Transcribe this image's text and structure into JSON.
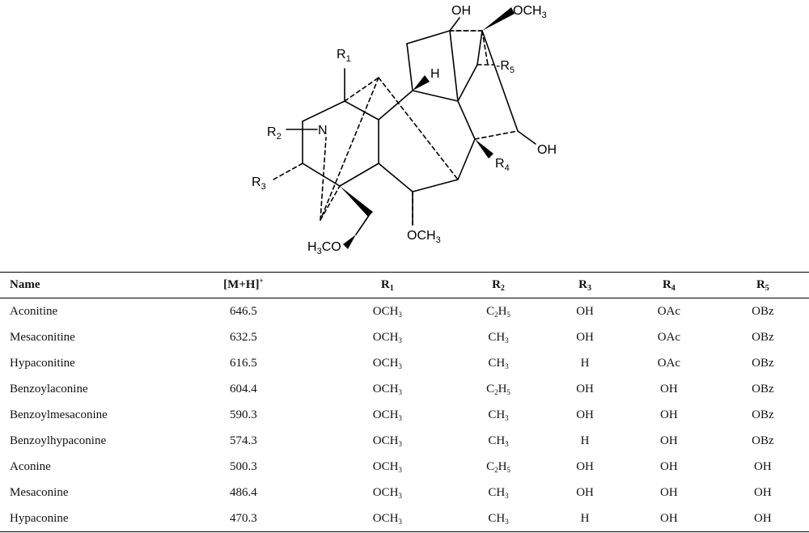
{
  "structure": {
    "labels": {
      "oh_top": "OH",
      "och3_top": "OCH",
      "och3_top_sub": "3",
      "r1": "R",
      "r1_sub": "1",
      "h": "H",
      "r5": "-R",
      "r5_sub": "5",
      "r2": "R",
      "r2_sub": "2",
      "n": "N",
      "oh_right": "OH",
      "r4": "R",
      "r4_sub": "4",
      "r3": "R",
      "r3_sub": "3",
      "och3_bottom": "OCH",
      "och3_bottom_sub": "3",
      "h3co": "H",
      "h3co_sub": "3",
      "h3co_rest": "CO"
    }
  },
  "table": {
    "headers": {
      "name": "Name",
      "mh_main": "[M+H]",
      "mh_sup": "+",
      "r": "R",
      "r1_sub": "1",
      "r2_sub": "2",
      "r3_sub": "3",
      "r4_sub": "4",
      "r5_sub": "5"
    },
    "rows": [
      {
        "name": "Aconitine",
        "mh": "646.5",
        "r1": "OCH",
        "r1s": "3",
        "r2a": "C",
        "r2as": "2",
        "r2b": "H",
        "r2bs": "5",
        "r3": "OH",
        "r4": "OAc",
        "r5": "OBz"
      },
      {
        "name": "Mesaconitine",
        "mh": "632.5",
        "r1": "OCH",
        "r1s": "3",
        "r2a": "CH",
        "r2as": "3",
        "r2b": "",
        "r2bs": "",
        "r3": "OH",
        "r4": "OAc",
        "r5": "OBz"
      },
      {
        "name": "Hypaconitine",
        "mh": "616.5",
        "r1": "OCH",
        "r1s": "3",
        "r2a": "CH",
        "r2as": "3",
        "r2b": "",
        "r2bs": "",
        "r3": "H",
        "r4": "OAc",
        "r5": "OBz"
      },
      {
        "name": "Benzoylaconine",
        "mh": "604.4",
        "r1": "OCH",
        "r1s": "3",
        "r2a": "C",
        "r2as": "2",
        "r2b": "H",
        "r2bs": "5",
        "r3": "OH",
        "r4": "OH",
        "r5": "OBz"
      },
      {
        "name": "Benzoylmesaconine",
        "mh": "590.3",
        "r1": "OCH",
        "r1s": "3",
        "r2a": "CH",
        "r2as": "3",
        "r2b": "",
        "r2bs": "",
        "r3": "OH",
        "r4": "OH",
        "r5": "OBz"
      },
      {
        "name": "Benzoylhypaconine",
        "mh": "574.3",
        "r1": "OCH",
        "r1s": "3",
        "r2a": "CH",
        "r2as": "3",
        "r2b": "",
        "r2bs": "",
        "r3": "H",
        "r4": "OH",
        "r5": "OBz"
      },
      {
        "name": "Aconine",
        "mh": "500.3",
        "r1": "OCH",
        "r1s": "3",
        "r2a": "C",
        "r2as": "2",
        "r2b": "H",
        "r2bs": "5",
        "r3": "OH",
        "r4": "OH",
        "r5": "OH"
      },
      {
        "name": "Mesaconine",
        "mh": "486.4",
        "r1": "OCH",
        "r1s": "3",
        "r2a": "CH",
        "r2as": "3",
        "r2b": "",
        "r2bs": "",
        "r3": "OH",
        "r4": "OH",
        "r5": "OH"
      },
      {
        "name": "Hypaconine",
        "mh": "470.3",
        "r1": "OCH",
        "r1s": "3",
        "r2a": "CH",
        "r2as": "3",
        "r2b": "",
        "r2bs": "",
        "r3": "H",
        "r4": "OH",
        "r5": "OH"
      }
    ]
  }
}
